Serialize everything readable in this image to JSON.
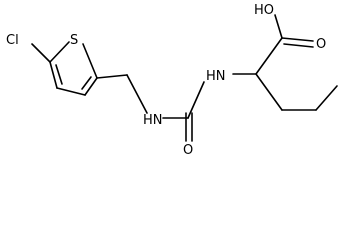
{
  "molecule": {
    "labels": {
      "chlorine": "Cl",
      "sulfur": "S",
      "amide_nh": "HN",
      "amine_nh": "HN",
      "urea_oxygen": "O",
      "hydroxyl": "HO",
      "carbonyl_oxygen": "O"
    }
  }
}
